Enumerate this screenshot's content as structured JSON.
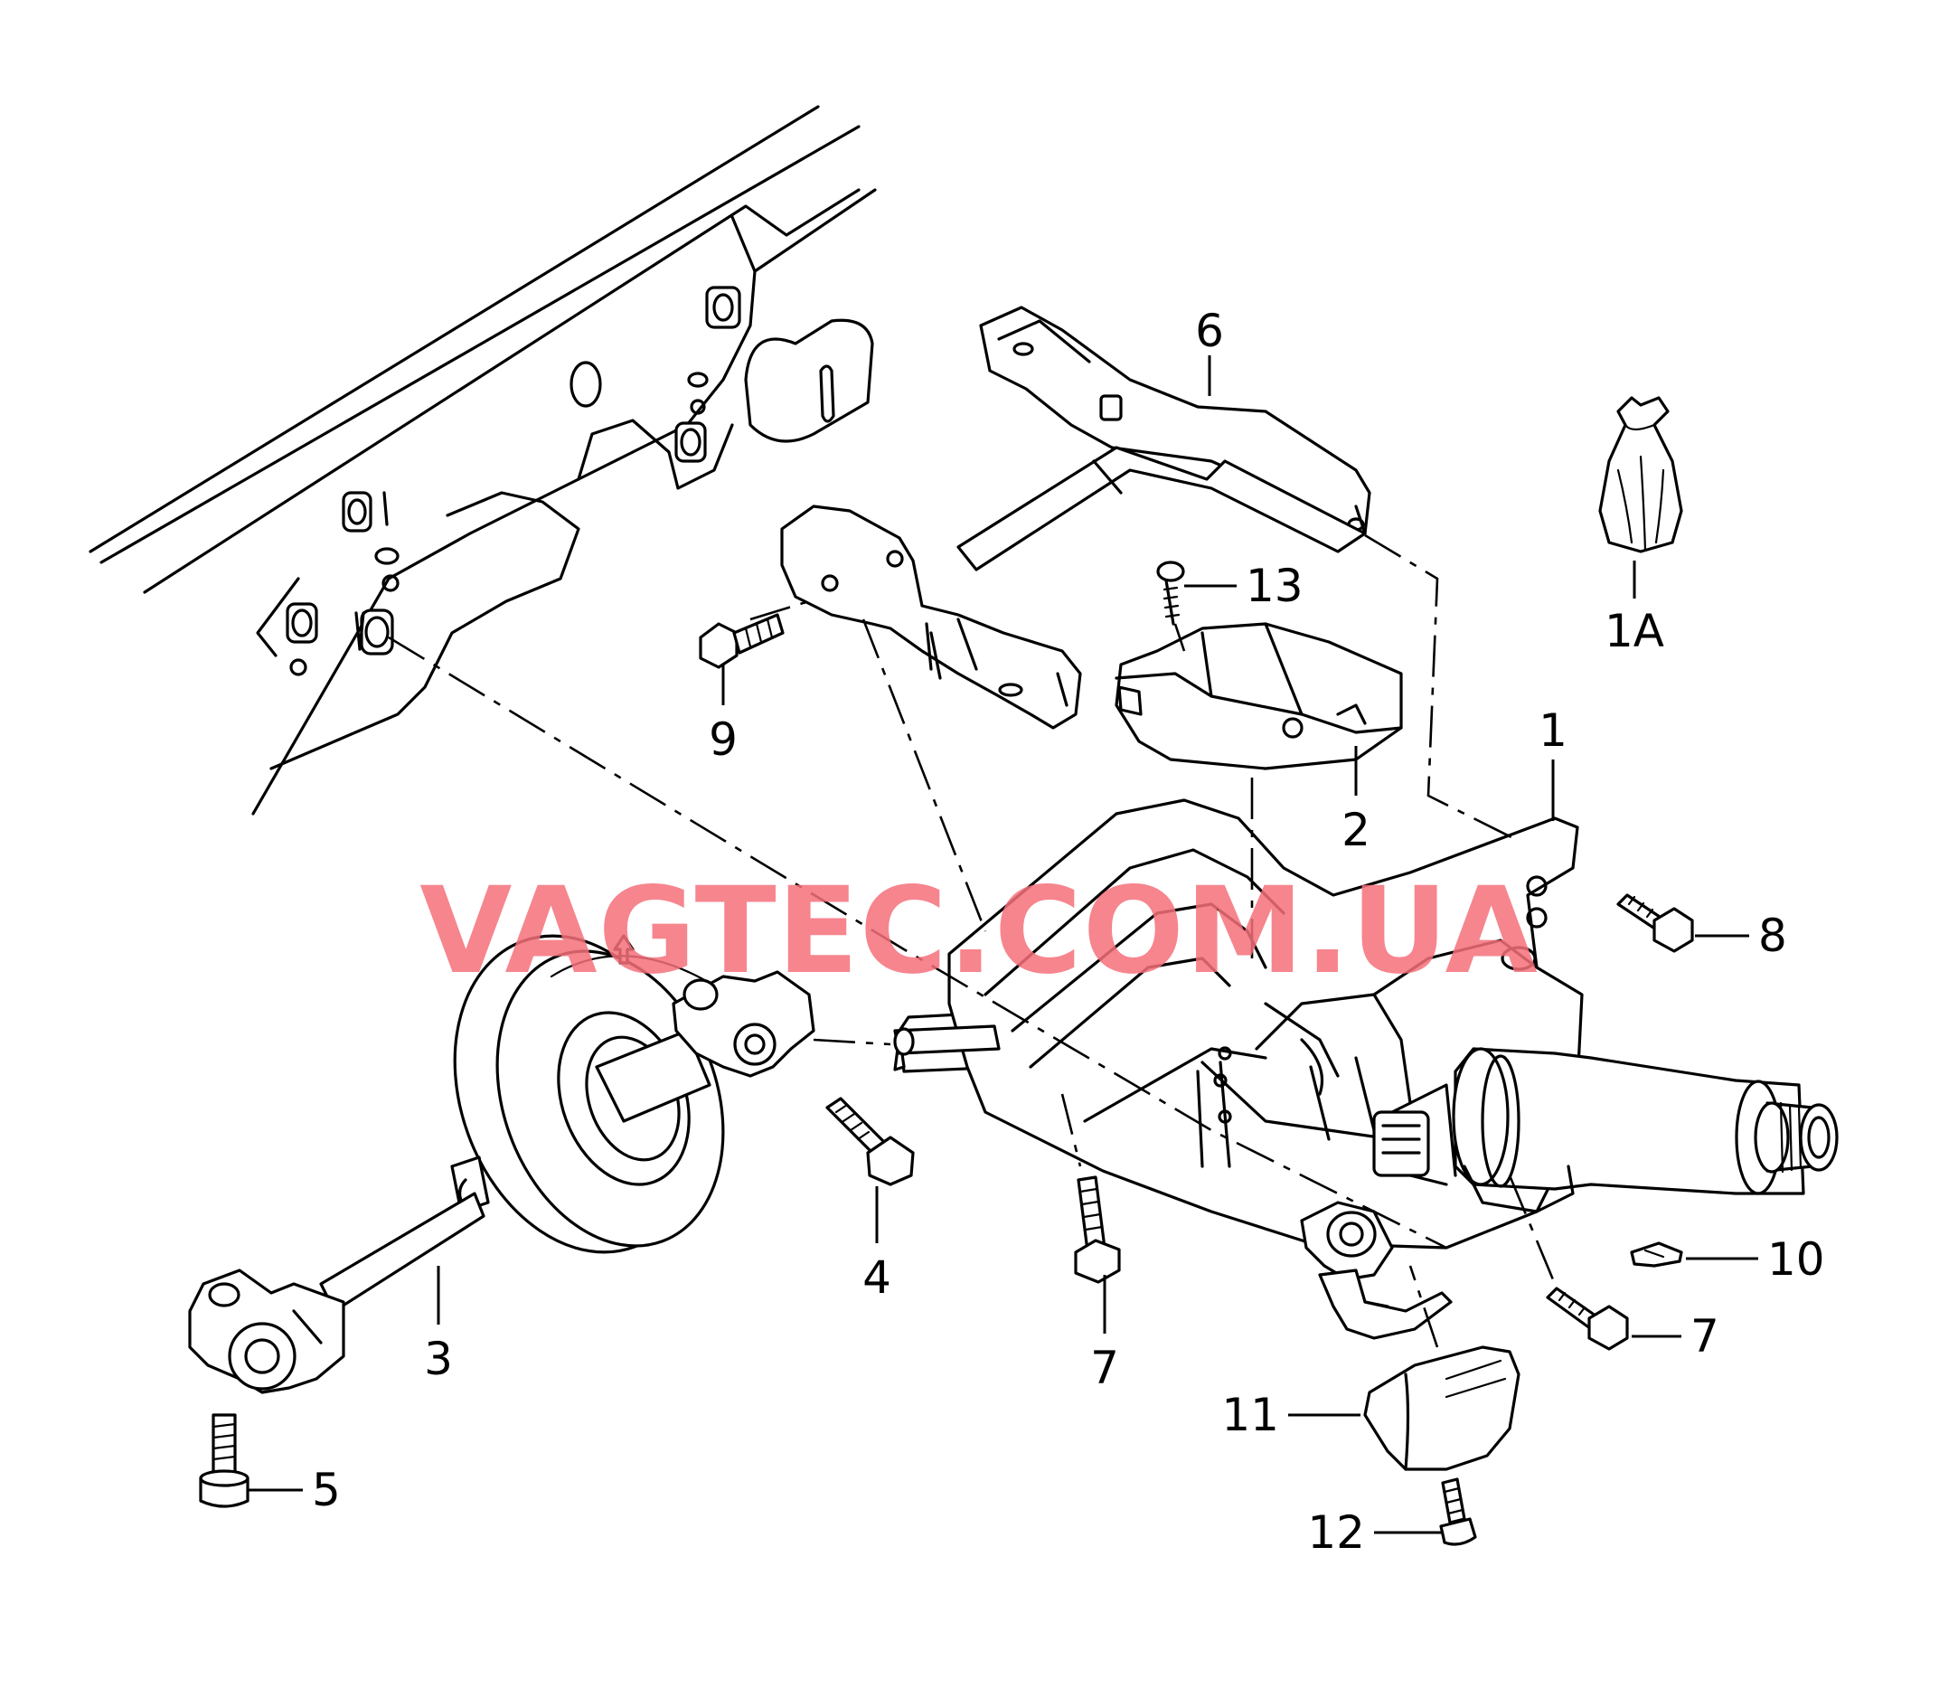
{
  "diagram": {
    "watermark": "VAGTEC.COM.UA",
    "watermark_color": "#f4707a",
    "callouts": [
      "6",
      "13",
      "1A",
      "9",
      "1",
      "2",
      "8",
      "4",
      "3",
      "7",
      "10",
      "11",
      "5",
      "12",
      "7"
    ]
  }
}
